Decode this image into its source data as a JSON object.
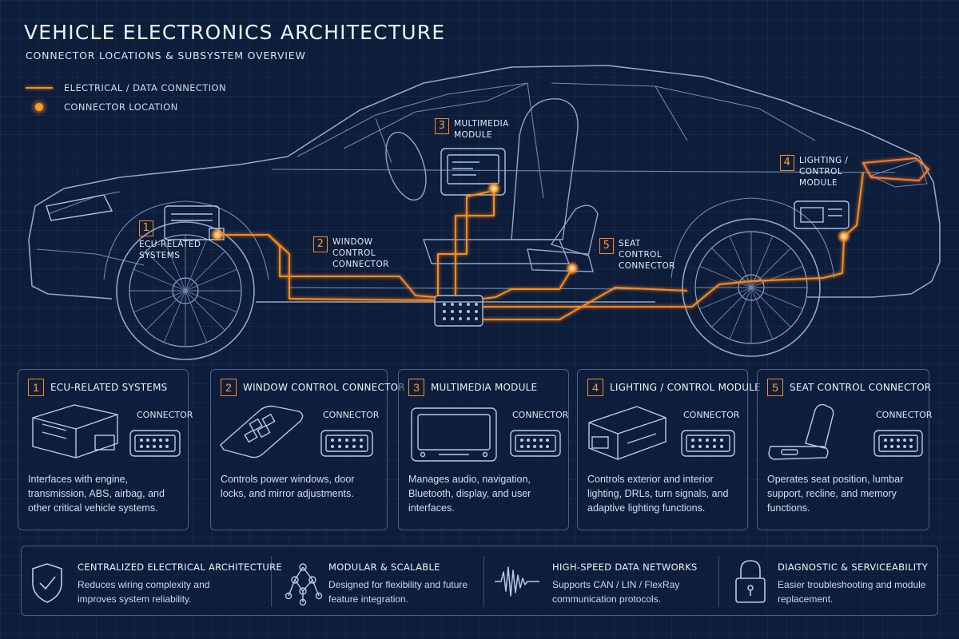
{
  "header": {
    "title": "VEHICLE ELECTRONICS ARCHITECTURE",
    "subtitle": "CONNECTOR LOCATIONS & SUBSYSTEM OVERVIEW"
  },
  "legend": {
    "line_label": "ELECTRICAL / DATA CONNECTION",
    "dot_label": "CONNECTOR LOCATION"
  },
  "callouts": [
    {
      "num": "1",
      "text": "ECU-RELATED\nSYSTEMS"
    },
    {
      "num": "2",
      "text": "WINDOW\nCONTROL\nCONNECTOR"
    },
    {
      "num": "3",
      "text": "MULTIMEDIA\nMODULE"
    },
    {
      "num": "4",
      "text": "LIGHTING /\nCONTROL\nMODULE"
    },
    {
      "num": "5",
      "text": "SEAT\nCONTROL\nCONNECTOR"
    }
  ],
  "cards": [
    {
      "num": "1",
      "title": "ECU-RELATED SYSTEMS",
      "connector_label": "CONNECTOR",
      "description": "Interfaces with engine, transmission, ABS, airbag, and other critical vehicle systems."
    },
    {
      "num": "2",
      "title": "WINDOW CONTROL CONNECTOR",
      "connector_label": "CONNECTOR",
      "description": "Controls power windows, door locks, and mirror adjustments."
    },
    {
      "num": "3",
      "title": "MULTIMEDIA MODULE",
      "connector_label": "CONNECTOR",
      "description": "Manages audio, navigation, Bluetooth, display, and user interfaces."
    },
    {
      "num": "4",
      "title": "LIGHTING / CONTROL MODULE",
      "connector_label": "CONNECTOR",
      "description": "Controls exterior and interior lighting, DRLs, turn signals, and adaptive lighting functions."
    },
    {
      "num": "5",
      "title": "SEAT CONTROL CONNECTOR",
      "connector_label": "CONNECTOR",
      "description": "Operates seat position, lumbar support, recline, and memory functions."
    }
  ],
  "features": [
    {
      "icon": "shield-check-icon",
      "title": "CENTRALIZED ELECTRICAL ARCHITECTURE",
      "description": "Reduces wiring complexity and improves system reliability."
    },
    {
      "icon": "network-nodes-icon",
      "title": "MODULAR & SCALABLE",
      "description": "Designed for flexibility and future feature integration."
    },
    {
      "icon": "waveform-icon",
      "title": "HIGH-SPEED DATA NETWORKS",
      "description": "Supports CAN / LIN / FlexRay communication protocols."
    },
    {
      "icon": "padlock-icon",
      "title": "DIAGNOSTIC & SERVICEABILITY",
      "description": "Easier troubleshooting and module replacement."
    }
  ],
  "colors": {
    "background": "#0d1d3a",
    "wire": "#ff8a1f",
    "outline": "#8fa8cc",
    "text": "#dfe8f5"
  }
}
